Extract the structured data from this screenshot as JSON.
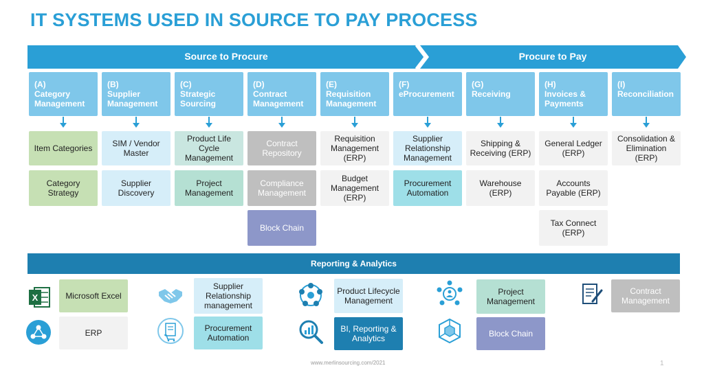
{
  "title": "IT SYSTEMS USED IN SOURCE TO PAY PROCESS",
  "banner": {
    "left": "Source to Procure",
    "right": "Procure to Pay"
  },
  "columns": [
    {
      "letter": "(A)",
      "name": "Category Management",
      "items": [
        "Item Categories",
        "Category Strategy"
      ]
    },
    {
      "letter": "(B)",
      "name": "Supplier Management",
      "items": [
        "SIM / Vendor Master",
        "Supplier Discovery"
      ]
    },
    {
      "letter": "(C)",
      "name": "Strategic Sourcing",
      "items": [
        "Product Life Cycle Management",
        "Project Management"
      ]
    },
    {
      "letter": "(D)",
      "name": "Contract Management",
      "items": [
        "Contract Repository",
        "Compliance Management",
        "Block Chain"
      ]
    },
    {
      "letter": "(E)",
      "name": "Requisition Management",
      "items": [
        "Requisition Management (ERP)",
        "Budget Management (ERP)"
      ]
    },
    {
      "letter": "(F)",
      "name": "eProcurement",
      "items": [
        "Supplier Relationship Management",
        "Procurement Automation"
      ]
    },
    {
      "letter": "(G)",
      "name": "Receiving",
      "items": [
        "Shipping & Receiving (ERP)",
        "Warehouse (ERP)"
      ]
    },
    {
      "letter": "(H)",
      "name": "Invoices & Payments",
      "items": [
        "General Ledger (ERP)",
        "Accounts Payable (ERP)",
        "Tax Connect (ERP)"
      ]
    },
    {
      "letter": "(I)",
      "name": "Reconciliation",
      "items": [
        "Consolidation & Elimination (ERP)"
      ]
    }
  ],
  "reporting": "Reporting & Analytics",
  "legend": [
    {
      "label": "Microsoft Excel",
      "icon": "excel-icon"
    },
    {
      "label": "ERP",
      "icon": "erp-network-icon"
    },
    {
      "label": "Supplier Relationship management",
      "icon": "handshake-icon"
    },
    {
      "label": "Procurement Automation",
      "icon": "cart-document-icon"
    },
    {
      "label": "Product Lifecycle Management",
      "icon": "lifecycle-icon"
    },
    {
      "label": "BI, Reporting & Analytics",
      "icon": "analytics-magnifier-icon"
    },
    {
      "label": "Project Management",
      "icon": "project-people-icon"
    },
    {
      "label": "Block Chain",
      "icon": "blockchain-icon"
    },
    {
      "label": "Contract Management",
      "icon": "contract-icon"
    }
  ],
  "colors": {
    "accent": "#2a9fd6",
    "header": "#7fc7ea",
    "excel": "#c6e0b4",
    "erp": "#f2f2f2",
    "srm": "#d6eef9",
    "automation": "#9edfe8",
    "plm": "#c9e6e0",
    "bi": "#1e7fb0",
    "project": "#b5e0d3",
    "blockchain": "#8d97c9",
    "contract": "#bfbfbf"
  },
  "footer": "www.merlinsourcing.com/2021",
  "page_number": "1"
}
